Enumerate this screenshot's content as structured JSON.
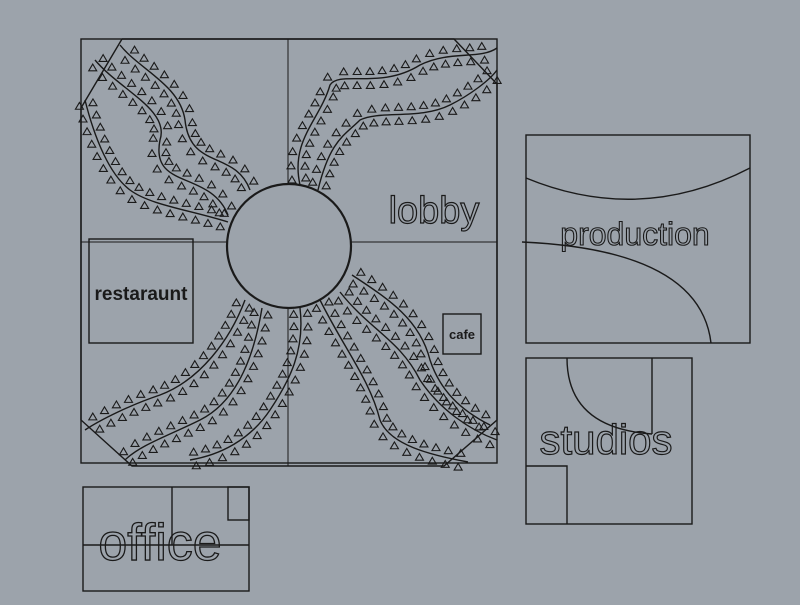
{
  "labels": {
    "lobby": "lobby",
    "restaurant": "restaraunt",
    "cafe": "cafe",
    "production": "production",
    "studios": "studios",
    "office": "office"
  },
  "colors": {
    "background": "#9ca3ab",
    "line": "#1a1a1a"
  }
}
